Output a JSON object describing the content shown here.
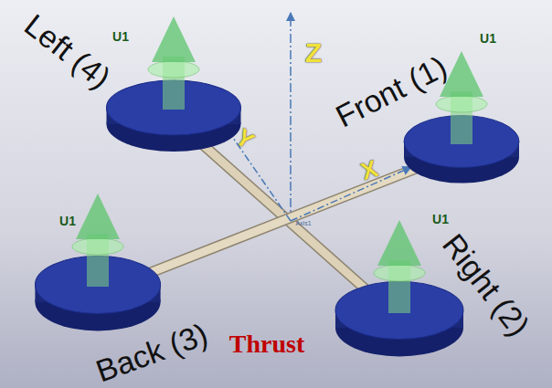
{
  "diagram": {
    "labels": [
      "Left (4)",
      "U1",
      "U1",
      "Front (1)",
      "Z",
      "Y",
      "X",
      "Axis1",
      "U1",
      "U1",
      "Right (2)",
      "Back (3)",
      "Thrust"
    ]
  }
}
